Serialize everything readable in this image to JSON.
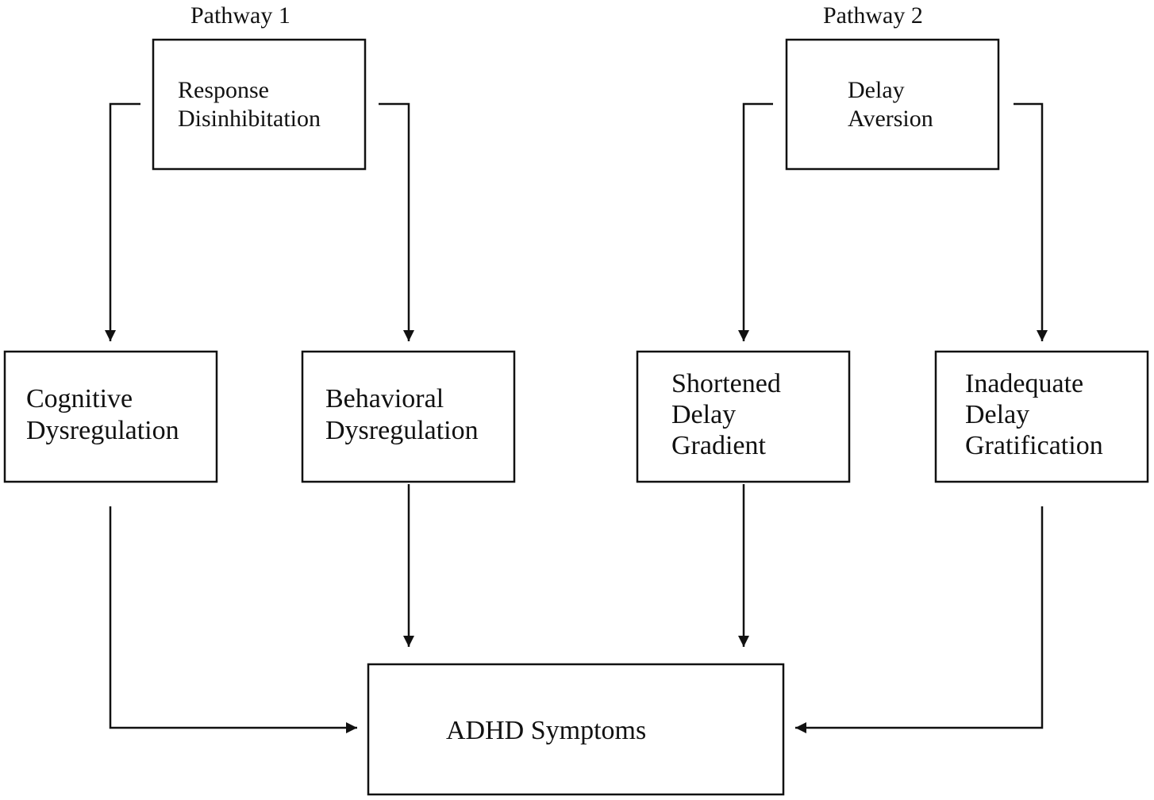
{
  "pathways": {
    "left_label": "Pathway 1",
    "right_label": "Pathway 2"
  },
  "nodes": {
    "response_disinhibition": [
      "Response",
      "Disinhibitation"
    ],
    "delay_aversion": [
      "Delay",
      "Aversion"
    ],
    "cognitive_dysregulation": [
      "Cognitive",
      "Dysregulation"
    ],
    "behavioral_dysregulation": [
      "Behavioral",
      "Dysregulation"
    ],
    "shortened_delay_gradient": [
      "Shortened",
      "Delay",
      "Gradient"
    ],
    "inadequate_delay_gratification": [
      "Inadequate",
      "Delay",
      "Gratification"
    ],
    "adhd_symptoms": "ADHD Symptoms"
  },
  "colors": {
    "line": "#111111",
    "background": "#ffffff"
  }
}
